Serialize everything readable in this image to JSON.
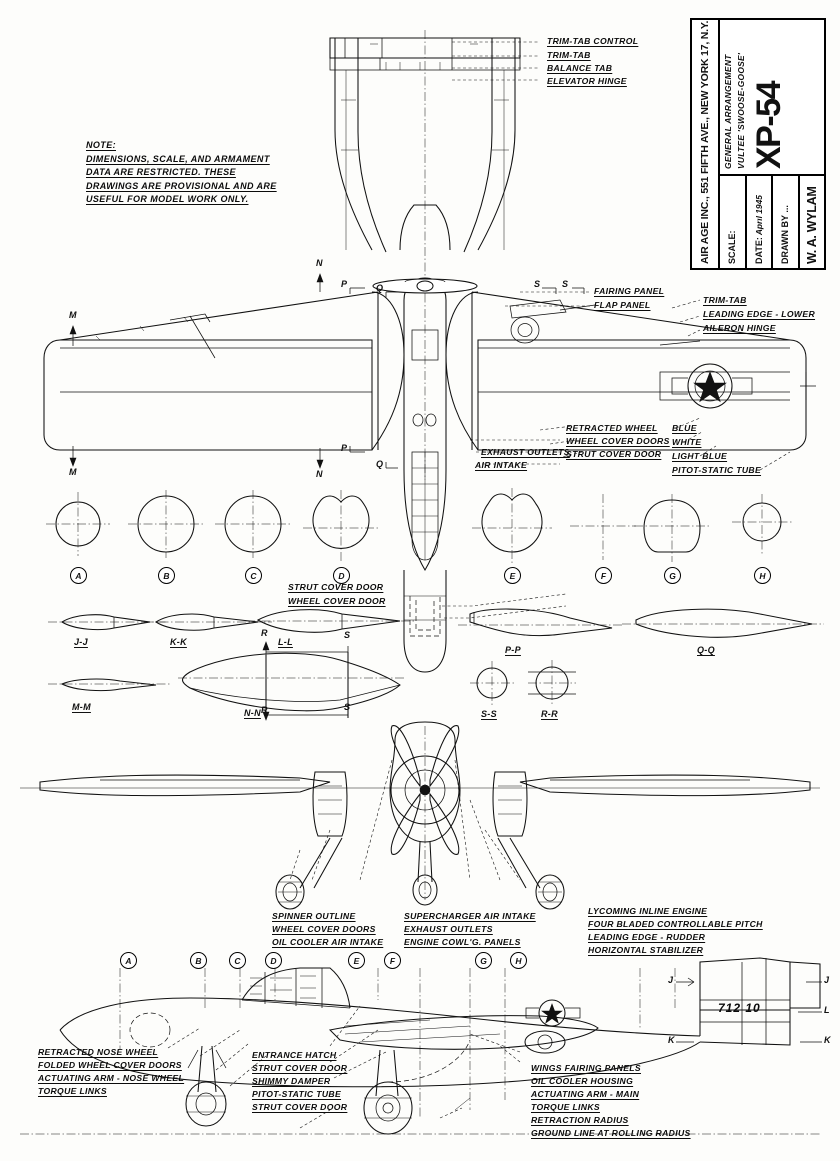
{
  "sheet": {
    "drawing_type": "aircraft-general-arrangement-blueprint"
  },
  "title_block": {
    "company_line": "AIR AGE INC., 551 FIFTH AVE., NEW YORK 17, N.Y.",
    "scale_label": "SCALE:",
    "scale_value": "",
    "date_label": "DATE:",
    "date_value": "Aprıl 1945",
    "drawn_by_label": "DRAWN BY ...",
    "drawn_by_value": "W. A. WYLAM",
    "subtitle_1": "General Arrangement",
    "subtitle_2": "Vultee 'Swoose-Goose'",
    "title": "XP-54"
  },
  "note": {
    "heading": "Note:",
    "lines": [
      "Dimensions, Scale, And Armament",
      "Data Are Restricted.   These",
      "Drawings Are Provisional  And Are",
      "Useful For Model Work Only."
    ]
  },
  "plan_view": {
    "tail_labels": [
      "Trim-Tab Control",
      "Trim-Tab",
      "Balance Tab",
      "Elevator Hinge"
    ],
    "wing_labels_left": [
      "Fairing Panel",
      "Flap Panel"
    ],
    "wing_labels_right": [
      "Trim-Tab",
      "Leading Edge - Lower",
      "Aileron Hinge"
    ],
    "center_labels": [
      "Retracted Wheel",
      "Wheel Cover Doors",
      "Strut Cover Door"
    ],
    "nose_labels": [
      "Exhaust Outlets",
      "Air Intake"
    ],
    "insignia_labels": [
      "Blue",
      "White",
      "Light Blue",
      "Pitot-Static Tube"
    ],
    "belly_labels": [
      "Strut Cover Door",
      "Wheel Cover Door"
    ],
    "section_marks": [
      "M",
      "M",
      "N",
      "N",
      "P",
      "P",
      "Q",
      "Q",
      "S",
      "S"
    ]
  },
  "sections": {
    "fuselage_circles": [
      "A",
      "B",
      "C",
      "D",
      "E",
      "F",
      "G",
      "H"
    ],
    "airfoils_left": [
      "J-J",
      "K-K",
      "L-L"
    ],
    "airfoils_right": [
      "P-P",
      "Q-Q"
    ],
    "airfoil_small": "M-M",
    "airfoil_plan": "N-N",
    "small_circles": [
      "S-S",
      "R-R"
    ],
    "arrow_marks": [
      "R",
      "R",
      "S",
      "S"
    ]
  },
  "front_view": {
    "labels_left": [
      "Spinner Outline",
      "Wheel Cover Doors",
      "Oil Cooler Air Intake"
    ],
    "labels_center": [
      "Supercharger Air Intake",
      "Exhaust Outlets",
      "Engine Cowl'g. Panels"
    ],
    "labels_right": [
      "Lycoming Inline Engine",
      "Four Bladed Controllable Pitch",
      "Leading Edge - Rudder",
      "Horizontal Stabilizer"
    ]
  },
  "side_view": {
    "station_letters": [
      "A",
      "B",
      "C",
      "D",
      "E",
      "F",
      "G",
      "H"
    ],
    "tail_marks": [
      "J",
      "J",
      "K",
      "K",
      "L"
    ],
    "labels_left": [
      "Retracted Nose Wheel",
      "Folded Wheel Cover Doors",
      "Actuating Arm - Nose Wheel",
      "Torque Links"
    ],
    "labels_mid": [
      "Entrance Hatch",
      "Strut Cover Door",
      "Shimmy Damper",
      "Pitot-Static Tube",
      "Strut Cover Door"
    ],
    "labels_right": [
      "Wings Fairing Panels",
      "Oil Cooler Housing",
      "Actuating Arm - Main",
      "Torque Links",
      "Retraction Radius",
      "Ground Line At Rolling Radius"
    ],
    "tail_number": "712 10"
  },
  "colors": {
    "ink": "#111111",
    "paper": "#fdfdfb"
  }
}
